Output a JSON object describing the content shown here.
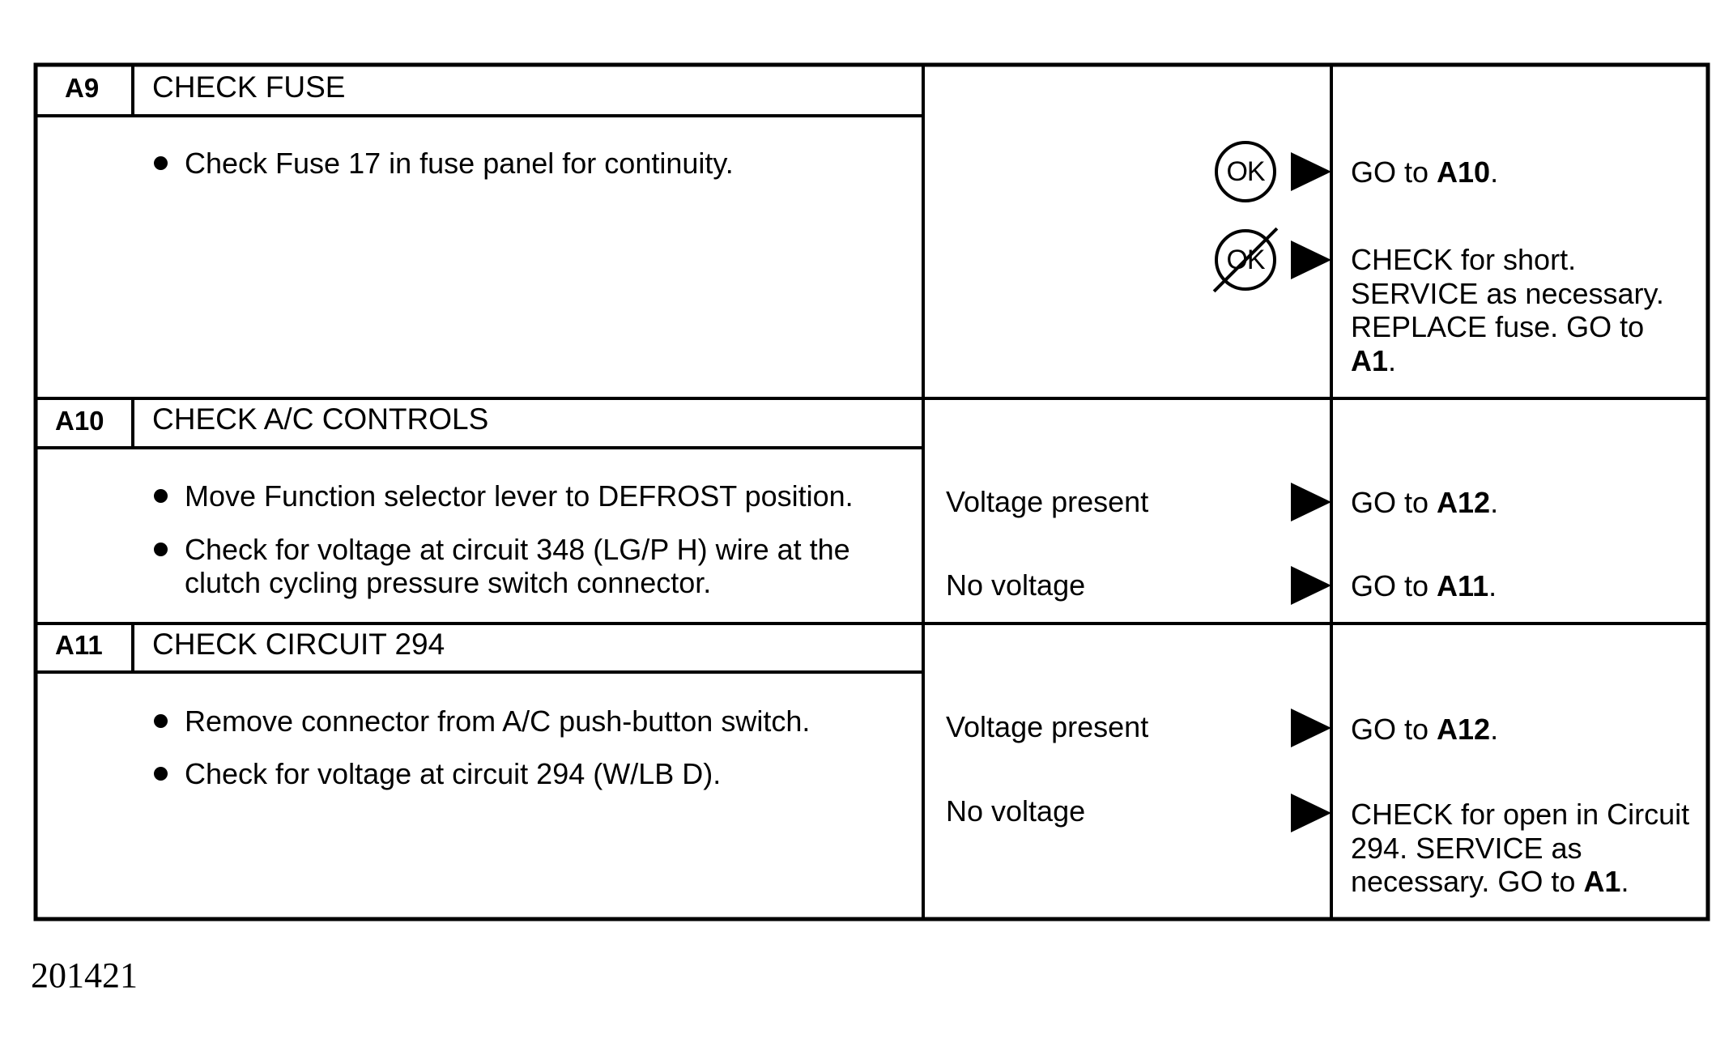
{
  "steps": [
    {
      "id": "A9",
      "title": "CHECK FUSE",
      "bullets": [
        "Check Fuse 17 in fuse panel for continuity."
      ],
      "results": [
        {
          "condition": "OK",
          "condition_style": "ok-badge",
          "action_prefix": "GO to ",
          "action_ref": "A10",
          "action_suffix": "."
        },
        {
          "condition": "OK",
          "condition_style": "not-ok-badge",
          "action_prefix": "CHECK for short. SERVICE as necessary. REPLACE fuse. GO to ",
          "action_ref": "A1",
          "action_suffix": "."
        }
      ]
    },
    {
      "id": "A10",
      "title": "CHECK A/C CONTROLS",
      "bullets": [
        "Move Function selector lever to DEFROST position.",
        "Check for voltage at circuit 348 (LG/P H) wire at the",
        "clutch cycling pressure switch connector."
      ],
      "results": [
        {
          "condition": "Voltage present",
          "action_prefix": "GO to ",
          "action_ref": "A12",
          "action_suffix": "."
        },
        {
          "condition": "No voltage",
          "action_prefix": "GO to ",
          "action_ref": "A11",
          "action_suffix": "."
        }
      ]
    },
    {
      "id": "A11",
      "title": "CHECK CIRCUIT 294",
      "bullets": [
        "Remove connector from A/C push-button switch.",
        "Check for voltage at circuit 294 (W/LB D)."
      ],
      "results": [
        {
          "condition": "Voltage present",
          "action_prefix": "GO to ",
          "action_ref": "A12",
          "action_suffix": "."
        },
        {
          "condition": "No voltage",
          "action_prefix": "CHECK for open in Circuit 294. SERVICE as necessary. GO to ",
          "action_ref": "A1",
          "action_suffix": "."
        }
      ]
    }
  ],
  "document_number": "201421"
}
